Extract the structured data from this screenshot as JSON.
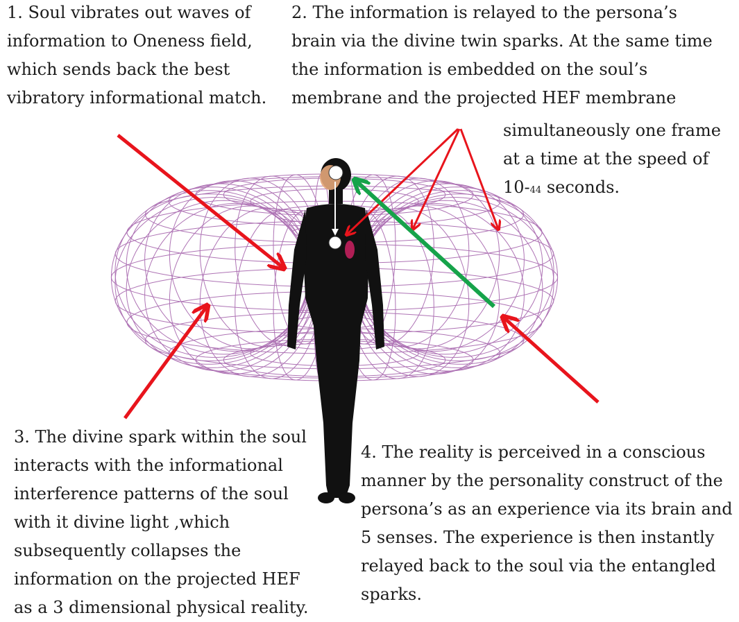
{
  "annotations": {
    "step1": {
      "lines": [
        "1. Soul vibrates out waves of",
        "information to Oneness field,",
        "which sends back the best",
        "vibratory informational  match."
      ]
    },
    "step2": {
      "lines": [
        "2. The information is relayed to the persona’s",
        "brain via the divine twin sparks. At the same time",
        "the information  is embedded  on the soul’s",
        "membrane  and the projected  HEF membrane"
      ],
      "continuation": [
        "simultaneously one frame",
        "at a time at the speed of"
      ],
      "speed_prefix": "10-",
      "speed_exponent": "44",
      "speed_suffix": " seconds."
    },
    "step3": {
      "lines": [
        "3. The divine spark within the soul",
        "interacts  with the informational",
        "interference  patterns  of the soul",
        "with it divine light ,which",
        "subsequently  collapses the",
        "information  on the projected  HEF",
        "as a 3 dimensional physical reality."
      ]
    },
    "step4": {
      "lines": [
        "4. The reality is perceived in a conscious",
        "manner by the personality  construct  of the",
        "persona’s as an experience  via its brain and",
        "5 senses. The experience  is then instantly",
        "relayed back to the soul via the entangled",
        "sparks."
      ]
    }
  },
  "colors": {
    "torus_mesh": "#a05ba8",
    "body_silhouette": "#111111",
    "heart": "#b01e55",
    "head_glow": "#e6a77a",
    "arrow_red": "#e8141c",
    "arrow_green": "#16a34a",
    "spark": "#ffffff"
  }
}
